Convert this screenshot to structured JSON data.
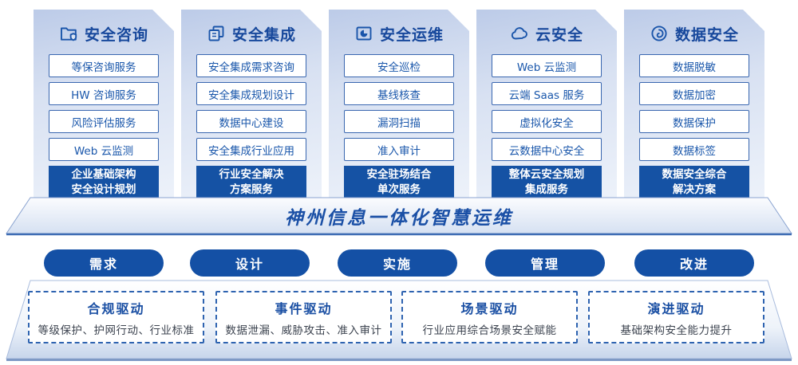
{
  "colors": {
    "accent": "#1552a4",
    "title_blue": "#17489c",
    "item_border": "#3a67b0",
    "banner_edge": "#3f6db4",
    "card_gradient_top": "#bccbe8"
  },
  "columns": [
    {
      "title": "安全咨询",
      "icon": "folder-shield-icon",
      "items": [
        "等保咨询服务",
        "HW 咨询服务",
        "风险评估服务",
        "Web 云监测"
      ],
      "highlight": [
        "企业基础架构",
        "安全设计规划"
      ]
    },
    {
      "title": "安全集成",
      "icon": "documents-icon",
      "items": [
        "安全集成需求咨询",
        "安全集成规划设计",
        "数据中心建设",
        "安全集成行业应用"
      ],
      "highlight": [
        "行业安全解决",
        "方案服务"
      ]
    },
    {
      "title": "安全运维",
      "icon": "pie-folder-icon",
      "items": [
        "安全巡检",
        "基线核查",
        "漏洞扫描",
        "准入审计"
      ],
      "highlight": [
        "安全驻场结合",
        "单次服务"
      ]
    },
    {
      "title": "云安全",
      "icon": "cloud-icon",
      "items": [
        "Web 云监测",
        "云端 Saas 服务",
        "虚拟化安全",
        "云数据中心安全"
      ],
      "highlight": [
        "整体云安全规划",
        "集成服务"
      ]
    },
    {
      "title": "数据安全",
      "icon": "fingerprint-icon",
      "items": [
        "数据脱敏",
        "数据加密",
        "数据保护",
        "数据标签"
      ],
      "highlight": [
        "数据安全综合",
        "解决方案"
      ]
    }
  ],
  "banner": {
    "title": "神州信息一体化智慧运维"
  },
  "process_pills": [
    "需求",
    "设计",
    "实施",
    "管理",
    "改进"
  ],
  "drivers": [
    {
      "title": "合规驱动",
      "desc": "等级保护、护网行动、行业标准"
    },
    {
      "title": "事件驱动",
      "desc": "数据泄漏、威胁攻击、准入审计"
    },
    {
      "title": "场景驱动",
      "desc": "行业应用综合场景安全赋能"
    },
    {
      "title": "演进驱动",
      "desc": "基础架构安全能力提升"
    }
  ]
}
